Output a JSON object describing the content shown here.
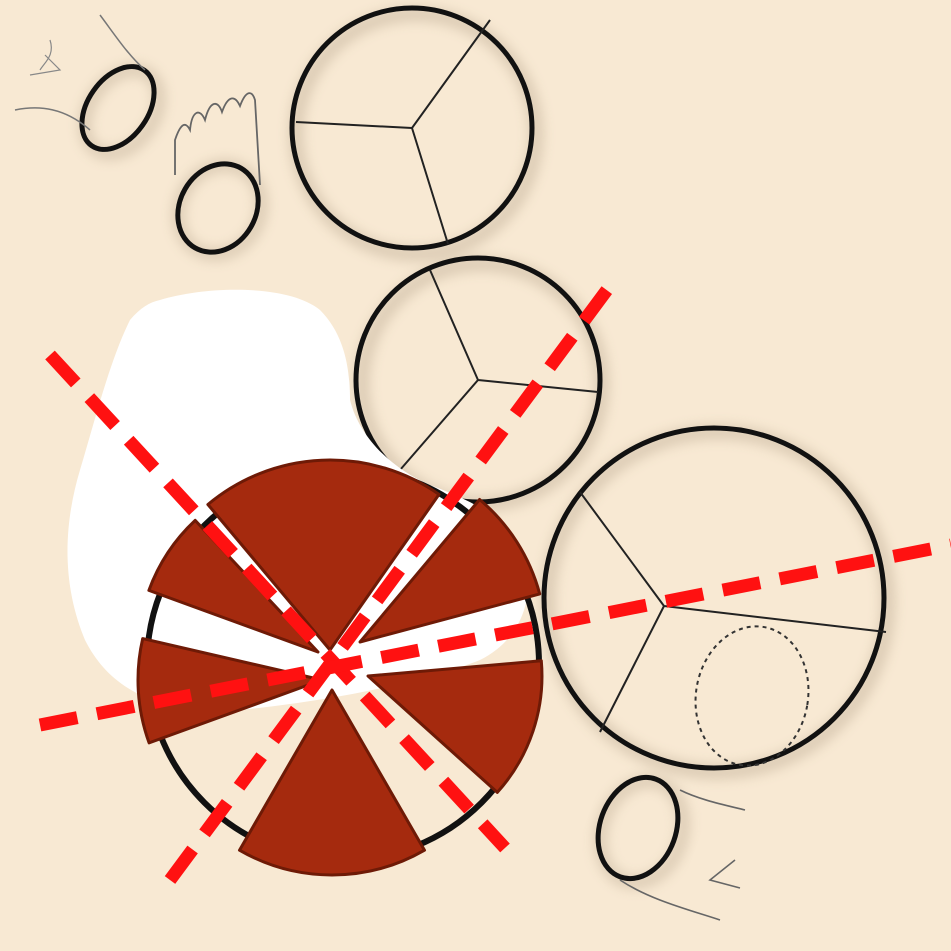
{
  "colors": {
    "background": "#f8e9d3",
    "ink": "#111111",
    "shadow": "#b8a68e",
    "patch": "#ffffff",
    "cake_fill": "#a52a0e",
    "cake_stroke": "#6e1a06",
    "cut_lines": "#ff1111"
  },
  "elements": {
    "sketches": [
      "three-way-divided-circle",
      "three-way-divided-circle",
      "three-way-divided-circle-with-dotted-oval",
      "small-oval-with-strands",
      "oval-with-wavy-top"
    ],
    "cake": {
      "pieces": 6
    },
    "cut_lines": {
      "count": 3,
      "style": "dashed"
    }
  }
}
